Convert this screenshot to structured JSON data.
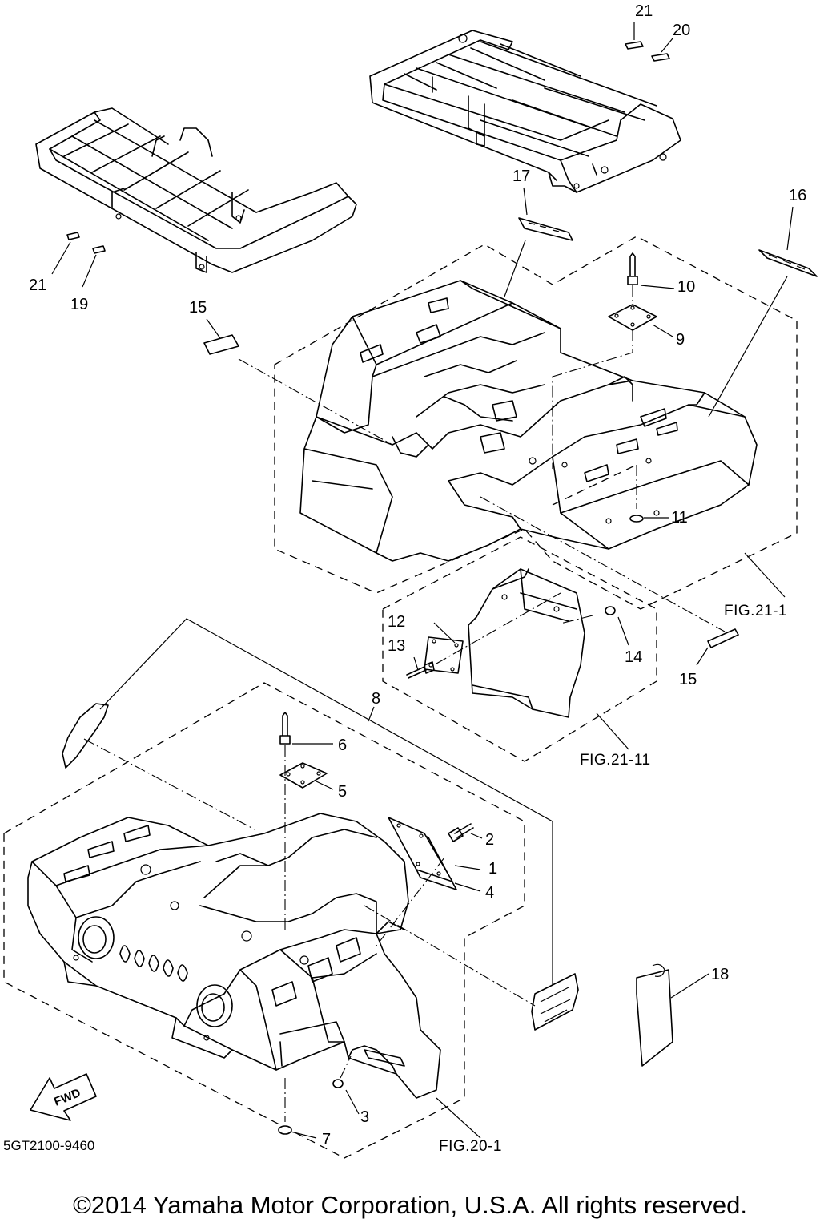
{
  "diagram": {
    "part_code": "5GT2100-9460",
    "copyright": "©2014 Yamaha Motor Corporation, U.S.A. All rights reserved.",
    "fwd_label": "FWD",
    "figure_refs": {
      "rear": "FIG.21-1",
      "flap": "FIG.21-11",
      "front": "FIG.20-1"
    },
    "callouts": {
      "c21a": "21",
      "c20": "20",
      "c17": "17",
      "c16": "16",
      "c21b": "21",
      "c19": "19",
      "c15a": "15",
      "c10": "10",
      "c9": "9",
      "c11": "11",
      "c12": "12",
      "c13": "13",
      "c14": "14",
      "c15b": "15",
      "c8": "8",
      "c6": "6",
      "c5": "5",
      "c2": "2",
      "c1": "1",
      "c4": "4",
      "c18": "18",
      "c3": "3",
      "c7": "7"
    }
  }
}
